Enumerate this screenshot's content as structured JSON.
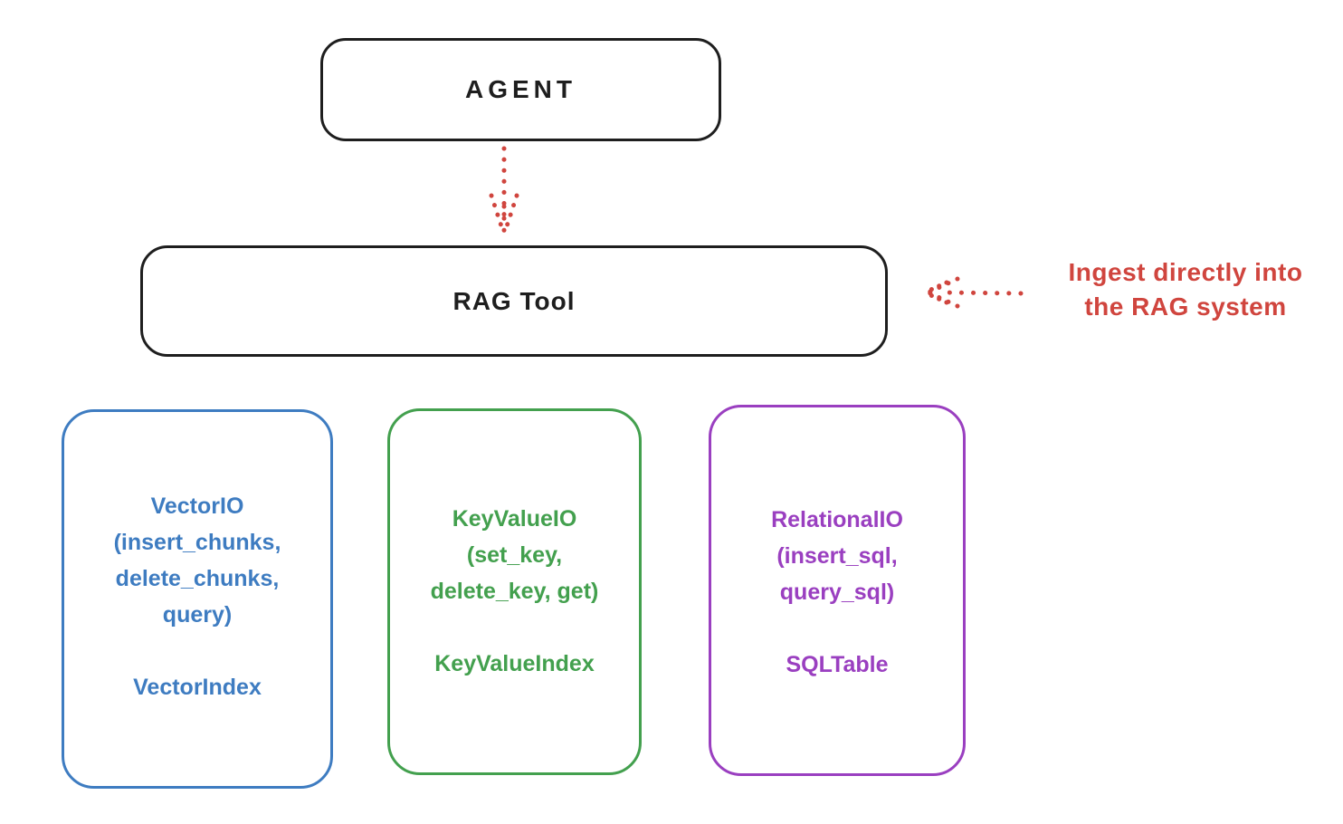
{
  "diagram": {
    "agent_box": {
      "label": "AGENT"
    },
    "rag_box": {
      "label": "RAG Tool"
    },
    "annotation": {
      "line1": "Ingest directly into",
      "line2": "the RAG system"
    },
    "storage_boxes": [
      {
        "id": "vector-io",
        "color": "#3e7cc1",
        "lines": [
          "VectorIO",
          "(insert_chunks,",
          "delete_chunks,",
          "query)"
        ],
        "index_label": "VectorIndex"
      },
      {
        "id": "keyvalue-io",
        "color": "#43a04e",
        "lines": [
          "KeyValueIO",
          "(set_key,",
          "delete_key, get)"
        ],
        "index_label": "KeyValueIndex"
      },
      {
        "id": "relational-io",
        "color": "#9a3fc0",
        "lines": [
          "RelationalIO",
          "(insert_sql,",
          "query_sql)"
        ],
        "index_label": "SQLTable"
      }
    ],
    "icons": {
      "agent_to_rag": "dotted-arrow-down-icon",
      "annotation_to_rag": "dotted-arrow-left-icon"
    },
    "colors": {
      "stroke": "#1e1e1e",
      "accent_red": "#d0453e",
      "blue": "#3e7cc1",
      "green": "#43a04e",
      "purple": "#9a3fc0",
      "background": "#ffffff"
    }
  }
}
